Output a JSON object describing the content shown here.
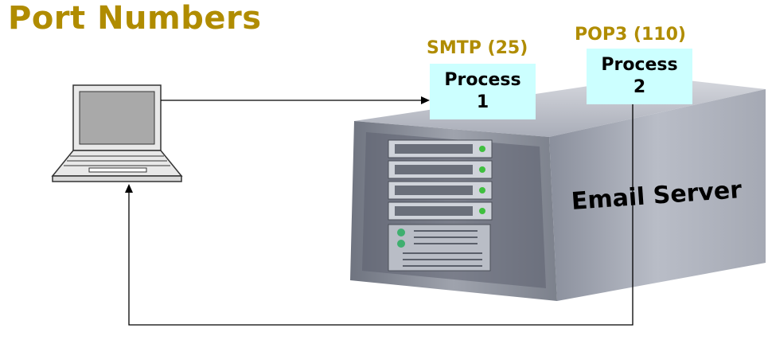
{
  "title": "Port Numbers",
  "ports": {
    "smtp": {
      "label": "SMTP (25)",
      "process_line1": "Process",
      "process_line2": "1"
    },
    "pop3": {
      "label": "POP3 (110)",
      "process_line1": "Process",
      "process_line2": "2"
    }
  },
  "server": {
    "label": "Email Server"
  },
  "colors": {
    "title": "#b08c00",
    "process_box": "#ccffff"
  },
  "icons": {
    "client": "laptop-icon",
    "server": "server-tower-icon"
  }
}
